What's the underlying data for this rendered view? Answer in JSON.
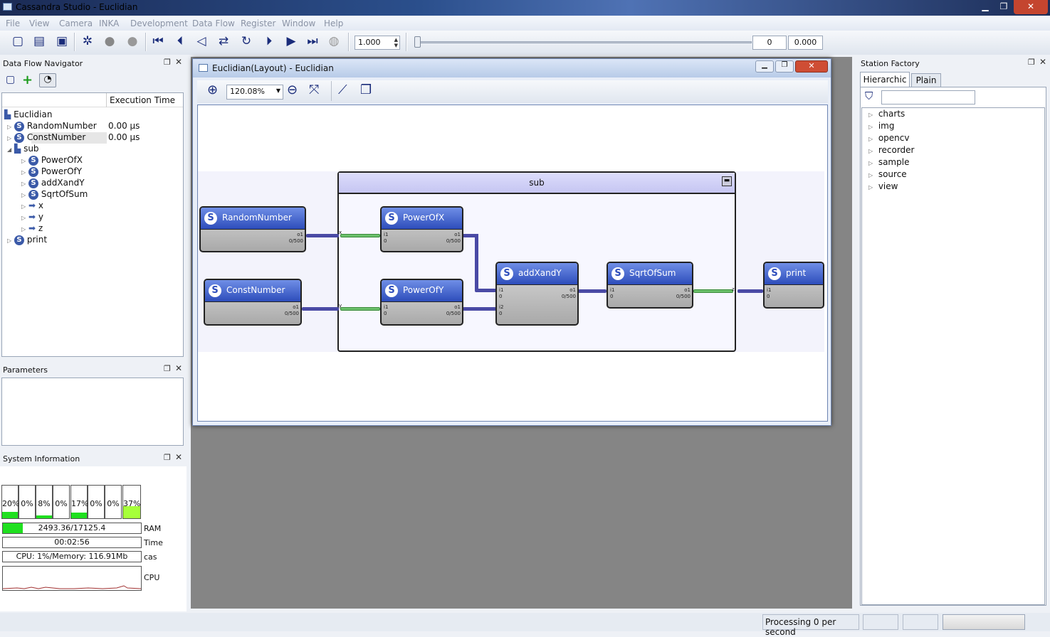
{
  "window": {
    "title": "Cassandra Studio  - Euclidian"
  },
  "menu": [
    "File",
    "View",
    "Camera",
    "INKA",
    "Development",
    "Data Flow",
    "Register",
    "Window",
    "Help"
  ],
  "toolbar": {
    "speed": "1.000",
    "frame": "0",
    "time": "0.000"
  },
  "navigator": {
    "title": "Data Flow Navigator",
    "column": "Execution Time",
    "root": "Euclidian",
    "items": [
      {
        "label": "RandomNumber",
        "time": "0.00 µs"
      },
      {
        "label": "ConstNumber",
        "time": "0.00 µs"
      },
      {
        "label": "sub"
      },
      {
        "label": "PowerOfX"
      },
      {
        "label": "PowerOfY"
      },
      {
        "label": "addXandY"
      },
      {
        "label": "SqrtOfSum"
      },
      {
        "label": "x"
      },
      {
        "label": "y"
      },
      {
        "label": "z"
      },
      {
        "label": "print"
      }
    ]
  },
  "parameters": {
    "title": "Parameters"
  },
  "system": {
    "title": "System Information",
    "cpu_cores": [
      {
        "label": "20%",
        "value": 20
      },
      {
        "label": "0%",
        "value": 0
      },
      {
        "label": "8%",
        "value": 8
      },
      {
        "label": "0%",
        "value": 0
      },
      {
        "label": "17%",
        "value": 17
      },
      {
        "label": "0%",
        "value": 0
      },
      {
        "label": "0%",
        "value": 0
      },
      {
        "label": "37%",
        "value": 37
      }
    ],
    "ram": "2493.36/17125.4",
    "ram_label": "RAM",
    "ram_fraction": 0.146,
    "time": "00:02:56",
    "time_label": "Time",
    "cas": "CPU: 1%/Memory: 116.91Mb",
    "cas_label": "cas",
    "cpu_label": "CPU"
  },
  "layout_window": {
    "title": "Euclidian(Layout) - Euclidian",
    "zoom": "120.08%"
  },
  "graph": {
    "group": "sub",
    "nodes": {
      "random": {
        "name": "RandomNumber",
        "out": "o1",
        "cnt": "0/500"
      },
      "const": {
        "name": "ConstNumber",
        "out": "o1",
        "cnt": "0/500"
      },
      "powx": {
        "name": "PowerOfX",
        "in": "i1",
        "in0": "0",
        "out": "o1",
        "cnt": "0/500"
      },
      "powy": {
        "name": "PowerOfY",
        "in": "i1",
        "in0": "0",
        "out": "o1",
        "cnt": "0/500"
      },
      "add": {
        "name": "addXandY",
        "in": "i1",
        "in0": "0",
        "in2": "i2",
        "in20": "0",
        "out": "o1",
        "cnt": "0/500"
      },
      "sqrt": {
        "name": "SqrtOfSum",
        "in": "i1",
        "in0": "0",
        "out": "o1",
        "cnt": "0/500"
      },
      "print": {
        "name": "print",
        "in": "i1",
        "in0": "0"
      }
    },
    "port_x": "x",
    "port_y": "y",
    "port_z": "z"
  },
  "station_factory": {
    "title": "Station Factory",
    "tabs": [
      "Hierarchic",
      "Plain"
    ],
    "items": [
      "charts",
      "img",
      "opencv",
      "recorder",
      "sample",
      "source",
      "view"
    ]
  },
  "status": {
    "text": "Processing 0 per second"
  }
}
